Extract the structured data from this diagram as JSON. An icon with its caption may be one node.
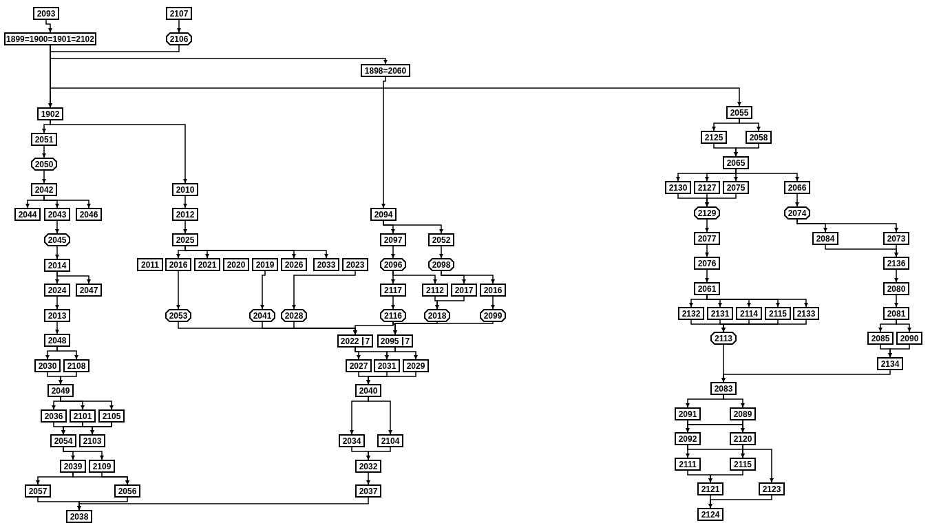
{
  "diagram": {
    "nodes": [
      {
        "text": [
          "2093"
        ]
      },
      {
        "text": [
          "1899=1900=1901=2102"
        ]
      },
      {
        "text": [
          "2107"
        ]
      },
      {
        "text": [
          "2106"
        ]
      },
      {
        "text": [
          "1898=2060"
        ]
      },
      {
        "text": [
          "1902"
        ]
      },
      {
        "text": [
          "2055"
        ]
      },
      {
        "text": [
          "2051"
        ]
      },
      {
        "text": [
          "2050"
        ]
      },
      {
        "text": [
          "2042"
        ]
      },
      {
        "text": [
          "2044"
        ]
      },
      {
        "text": [
          "2043"
        ]
      },
      {
        "text": [
          "2046"
        ]
      },
      {
        "text": [
          "2045"
        ]
      },
      {
        "text": [
          "2014"
        ]
      },
      {
        "text": [
          "2024"
        ]
      },
      {
        "text": [
          "2047"
        ]
      },
      {
        "text": [
          "2013"
        ]
      },
      {
        "text": [
          "2048"
        ]
      },
      {
        "text": [
          "2030"
        ]
      },
      {
        "text": [
          "2108"
        ]
      },
      {
        "text": [
          "2049"
        ]
      },
      {
        "text": [
          "2036"
        ]
      },
      {
        "text": [
          "2101"
        ]
      },
      {
        "text": [
          "2105"
        ]
      },
      {
        "text": [
          "2054"
        ]
      },
      {
        "text": [
          "2103"
        ]
      },
      {
        "text": [
          "2039"
        ]
      },
      {
        "text": [
          "2109"
        ]
      },
      {
        "text": [
          "2057"
        ]
      },
      {
        "text": [
          "2056"
        ]
      },
      {
        "text": [
          "2038"
        ]
      },
      {
        "text": [
          "2010"
        ]
      },
      {
        "text": [
          "2012"
        ]
      },
      {
        "text": [
          "2025"
        ]
      },
      {
        "text": [
          "2011"
        ]
      },
      {
        "text": [
          "2016"
        ]
      },
      {
        "text": [
          "2021"
        ]
      },
      {
        "text": [
          "2020"
        ]
      },
      {
        "text": [
          "2019"
        ]
      },
      {
        "text": [
          "2026"
        ]
      },
      {
        "text": [
          "2033"
        ]
      },
      {
        "text": [
          "2023"
        ]
      },
      {
        "text": [
          "2053"
        ]
      },
      {
        "text": [
          "2041"
        ]
      },
      {
        "text": [
          "2028"
        ]
      },
      {
        "text": [
          "2094"
        ]
      },
      {
        "text": [
          "2097"
        ]
      },
      {
        "text": [
          "2052"
        ]
      },
      {
        "text": [
          "2096"
        ]
      },
      {
        "text": [
          "2098"
        ]
      },
      {
        "text": [
          "2117"
        ]
      },
      {
        "text": [
          "2112"
        ]
      },
      {
        "text": [
          "2017"
        ]
      },
      {
        "text": [
          "2016"
        ]
      },
      {
        "text": [
          "2116"
        ]
      },
      {
        "text": [
          "2018"
        ]
      },
      {
        "text": [
          "2099"
        ]
      },
      {
        "text": [
          "2022",
          "7"
        ]
      },
      {
        "text": [
          "2095",
          "7"
        ]
      },
      {
        "text": [
          "2027"
        ]
      },
      {
        "text": [
          "2031"
        ]
      },
      {
        "text": [
          "2029"
        ]
      },
      {
        "text": [
          "2040"
        ]
      },
      {
        "text": [
          "2034"
        ]
      },
      {
        "text": [
          "2104"
        ]
      },
      {
        "text": [
          "2032"
        ]
      },
      {
        "text": [
          "2037"
        ]
      },
      {
        "text": [
          "2125"
        ]
      },
      {
        "text": [
          "2058"
        ]
      },
      {
        "text": [
          "2065"
        ]
      },
      {
        "text": [
          "2130"
        ]
      },
      {
        "text": [
          "2127"
        ]
      },
      {
        "text": [
          "2075"
        ]
      },
      {
        "text": [
          "2066"
        ]
      },
      {
        "text": [
          "2129"
        ]
      },
      {
        "text": [
          "2074"
        ]
      },
      {
        "text": [
          "2084"
        ]
      },
      {
        "text": [
          "2073"
        ]
      },
      {
        "text": [
          "2077"
        ]
      },
      {
        "text": [
          "2076"
        ]
      },
      {
        "text": [
          "2136"
        ]
      },
      {
        "text": [
          "2061"
        ]
      },
      {
        "text": [
          "2080"
        ]
      },
      {
        "text": [
          "2132"
        ]
      },
      {
        "text": [
          "2131"
        ]
      },
      {
        "text": [
          "2114"
        ]
      },
      {
        "text": [
          "2115"
        ]
      },
      {
        "text": [
          "2133"
        ]
      },
      {
        "text": [
          "2081"
        ]
      },
      {
        "text": [
          "2113"
        ]
      },
      {
        "text": [
          "2085"
        ]
      },
      {
        "text": [
          "2090"
        ]
      },
      {
        "text": [
          "2134"
        ]
      },
      {
        "text": [
          "2083"
        ]
      },
      {
        "text": [
          "2091"
        ]
      },
      {
        "text": [
          "2089"
        ]
      },
      {
        "text": [
          "2092"
        ]
      },
      {
        "text": [
          "2120"
        ]
      },
      {
        "text": [
          "2111"
        ]
      },
      {
        "text": [
          "2115"
        ]
      },
      {
        "text": [
          "2121"
        ]
      },
      {
        "text": [
          "2123"
        ]
      },
      {
        "text": [
          "2124"
        ]
      }
    ],
    "edges": [
      {
        "from": 0,
        "to": 1,
        "arrow": "to"
      },
      {
        "from": 2,
        "to": 3,
        "arrow": "to"
      },
      {
        "from": 3,
        "to": 5,
        "arrow": "to"
      },
      {
        "from": 1,
        "to": 4,
        "arrow": "to"
      },
      {
        "from": 1,
        "to": 5,
        "arrow": "to"
      },
      {
        "from": 1,
        "to": 6,
        "arrow": "to"
      },
      {
        "from": 4,
        "to": 46,
        "arrow": "to"
      },
      {
        "from": 5,
        "to": 7,
        "arrow": "to"
      },
      {
        "from": 5,
        "to": 32,
        "arrow": "to"
      },
      {
        "from": 7,
        "to": 8,
        "arrow": "to"
      },
      {
        "from": 8,
        "to": 9,
        "arrow": "to"
      },
      {
        "from": 9,
        "to": 10,
        "arrow": "to"
      },
      {
        "from": 9,
        "to": 11,
        "arrow": "to"
      },
      {
        "from": 9,
        "to": 12,
        "arrow": "to"
      },
      {
        "from": 11,
        "to": 13,
        "arrow": "to"
      },
      {
        "from": 13,
        "to": 14,
        "arrow": "to"
      },
      {
        "from": 14,
        "to": 15,
        "arrow": "to"
      },
      {
        "from": 14,
        "to": 16,
        "arrow": "to"
      },
      {
        "from": 15,
        "to": 17,
        "arrow": "to"
      },
      {
        "from": 17,
        "to": 18,
        "arrow": "to"
      },
      {
        "from": 18,
        "to": 19,
        "arrow": "to"
      },
      {
        "from": 18,
        "to": 20,
        "arrow": "to"
      },
      {
        "from": 19,
        "to": 21,
        "arrow": "to"
      },
      {
        "from": 20,
        "to": 21,
        "arrow": "to"
      },
      {
        "from": 21,
        "to": 22,
        "arrow": "to"
      },
      {
        "from": 21,
        "to": 23,
        "arrow": "to"
      },
      {
        "from": 21,
        "to": 24,
        "arrow": "to"
      },
      {
        "from": 22,
        "to": 25,
        "arrow": "to"
      },
      {
        "from": 23,
        "to": 25,
        "arrow": "to"
      },
      {
        "from": 23,
        "to": 26,
        "arrow": "to"
      },
      {
        "from": 24,
        "to": 25,
        "arrow": "to"
      },
      {
        "from": 24,
        "to": 26,
        "arrow": "to"
      },
      {
        "from": 25,
        "to": 27,
        "arrow": "to"
      },
      {
        "from": 25,
        "to": 28,
        "arrow": "to"
      },
      {
        "from": 27,
        "to": 29,
        "arrow": "to"
      },
      {
        "from": 27,
        "to": 30,
        "arrow": "to"
      },
      {
        "from": 28,
        "to": 30,
        "arrow": "to"
      },
      {
        "from": 29,
        "to": 31,
        "arrow": "to"
      },
      {
        "from": 30,
        "to": 31,
        "arrow": "to"
      },
      {
        "from": 67,
        "to": 31,
        "arrow": "to"
      },
      {
        "from": 32,
        "to": 33,
        "arrow": "to"
      },
      {
        "from": 33,
        "to": 34,
        "arrow": "to"
      },
      {
        "from": 34,
        "to": 36,
        "arrow": "to"
      },
      {
        "from": 34,
        "to": 37,
        "arrow": "to"
      },
      {
        "from": 34,
        "to": 40,
        "arrow": "to"
      },
      {
        "from": 34,
        "to": 41,
        "arrow": "to"
      },
      {
        "from": 36,
        "to": 43,
        "arrow": "to"
      },
      {
        "from": 39,
        "to": 44,
        "arrow": "to"
      },
      {
        "from": 42,
        "to": 45,
        "arrow": "to"
      },
      {
        "from": 43,
        "to": 58,
        "arrow": "to"
      },
      {
        "from": 44,
        "to": 58,
        "arrow": "to"
      },
      {
        "from": 45,
        "to": 58,
        "arrow": "to"
      },
      {
        "from": 46,
        "to": 47,
        "arrow": "to"
      },
      {
        "from": 46,
        "to": 48,
        "arrow": "to"
      },
      {
        "from": 47,
        "to": 49,
        "arrow": "to"
      },
      {
        "from": 48,
        "to": 50,
        "arrow": "to"
      },
      {
        "from": 49,
        "to": 51,
        "arrow": "to"
      },
      {
        "from": 49,
        "to": 52,
        "arrow": "to"
      },
      {
        "from": 50,
        "to": 53,
        "arrow": "to"
      },
      {
        "from": 50,
        "to": 54,
        "arrow": "to"
      },
      {
        "from": 51,
        "to": 55,
        "arrow": "to"
      },
      {
        "from": 52,
        "to": 56,
        "arrow": "to"
      },
      {
        "from": 53,
        "to": 56,
        "arrow": "to"
      },
      {
        "from": 54,
        "to": 57,
        "arrow": "to"
      },
      {
        "from": 55,
        "to": 58,
        "arrow": "to"
      },
      {
        "from": 55,
        "to": 59,
        "arrow": "to"
      },
      {
        "from": 56,
        "to": 59,
        "arrow": "to"
      },
      {
        "from": 57,
        "to": 59,
        "arrow": "to"
      },
      {
        "from": 58,
        "to": 60,
        "arrow": "to"
      },
      {
        "from": 58,
        "to": 61,
        "arrow": "to"
      },
      {
        "from": 59,
        "to": 61,
        "arrow": "to"
      },
      {
        "from": 59,
        "to": 62,
        "arrow": "to"
      },
      {
        "from": 60,
        "to": 63,
        "arrow": "to"
      },
      {
        "from": 61,
        "to": 63,
        "arrow": "to"
      },
      {
        "from": 62,
        "to": 63,
        "arrow": "to"
      },
      {
        "from": 63,
        "to": 64,
        "arrow": "to"
      },
      {
        "from": 63,
        "to": 65,
        "arrow": "to"
      },
      {
        "from": 64,
        "to": 66,
        "arrow": "to"
      },
      {
        "from": 65,
        "to": 66,
        "arrow": "to"
      },
      {
        "from": 66,
        "to": 67,
        "arrow": "to"
      },
      {
        "from": 6,
        "to": 68,
        "arrow": "to"
      },
      {
        "from": 6,
        "to": 69,
        "arrow": "to"
      },
      {
        "from": 68,
        "to": 70,
        "arrow": "to"
      },
      {
        "from": 69,
        "to": 70,
        "arrow": "to"
      },
      {
        "from": 70,
        "to": 71,
        "arrow": "to"
      },
      {
        "from": 70,
        "to": 72,
        "arrow": "to"
      },
      {
        "from": 70,
        "to": 73,
        "arrow": "to"
      },
      {
        "from": 70,
        "to": 74,
        "arrow": "to"
      },
      {
        "from": 71,
        "to": 75,
        "arrow": "to"
      },
      {
        "from": 72,
        "to": 75,
        "arrow": "to"
      },
      {
        "from": 73,
        "to": 75,
        "arrow": "to"
      },
      {
        "from": 74,
        "to": 76,
        "arrow": "to"
      },
      {
        "from": 75,
        "to": 79,
        "arrow": "to"
      },
      {
        "from": 76,
        "to": 77,
        "arrow": "to"
      },
      {
        "from": 76,
        "to": 78,
        "arrow": "to"
      },
      {
        "from": 77,
        "to": 81,
        "arrow": "to"
      },
      {
        "from": 78,
        "to": 81,
        "arrow": "to"
      },
      {
        "from": 79,
        "to": 80,
        "arrow": "to"
      },
      {
        "from": 80,
        "to": 82,
        "arrow": "to"
      },
      {
        "from": 81,
        "to": 83,
        "arrow": "to"
      },
      {
        "from": 82,
        "to": 84,
        "arrow": "to"
      },
      {
        "from": 82,
        "to": 85,
        "arrow": "to"
      },
      {
        "from": 82,
        "to": 86,
        "arrow": "to"
      },
      {
        "from": 82,
        "to": 87,
        "arrow": "to"
      },
      {
        "from": 82,
        "to": 88,
        "arrow": "to"
      },
      {
        "from": 83,
        "to": 89,
        "arrow": "to"
      },
      {
        "from": 84,
        "to": 90,
        "arrow": "to"
      },
      {
        "from": 85,
        "to": 90,
        "arrow": "to"
      },
      {
        "from": 86,
        "to": 90,
        "arrow": "to"
      },
      {
        "from": 87,
        "to": 90,
        "arrow": "to"
      },
      {
        "from": 88,
        "to": 90,
        "arrow": "to"
      },
      {
        "from": 89,
        "to": 91,
        "arrow": "to"
      },
      {
        "from": 89,
        "to": 92,
        "arrow": "to"
      },
      {
        "from": 91,
        "to": 93,
        "arrow": "to"
      },
      {
        "from": 92,
        "to": 93,
        "arrow": "to"
      },
      {
        "from": 90,
        "to": 94,
        "arrow": "to"
      },
      {
        "from": 93,
        "to": 94,
        "arrow": "to"
      },
      {
        "from": 94,
        "to": 95,
        "arrow": "to"
      },
      {
        "from": 94,
        "to": 96,
        "arrow": "to"
      },
      {
        "from": 95,
        "to": 97,
        "arrow": "to"
      },
      {
        "from": 95,
        "to": 98,
        "arrow": "to"
      },
      {
        "from": 96,
        "to": 97,
        "arrow": "to"
      },
      {
        "from": 96,
        "to": 98,
        "arrow": "to"
      },
      {
        "from": 97,
        "to": 99,
        "arrow": "to"
      },
      {
        "from": 97,
        "to": 100,
        "arrow": "to"
      },
      {
        "from": 98,
        "to": 100,
        "arrow": "to"
      },
      {
        "from": 98,
        "to": 102,
        "arrow": "to"
      },
      {
        "from": 99,
        "to": 101,
        "arrow": "to"
      },
      {
        "from": 100,
        "to": 101,
        "arrow": "to"
      },
      {
        "from": 101,
        "to": 103,
        "arrow": "to"
      },
      {
        "from": 102,
        "to": 103,
        "arrow": "to"
      }
    ]
  }
}
